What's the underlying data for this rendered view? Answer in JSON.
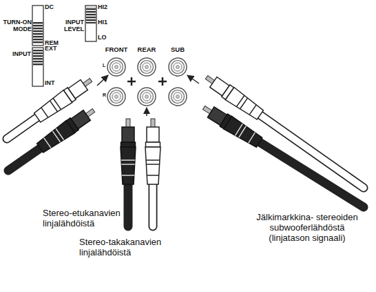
{
  "diagram": {
    "labels": [
      "TURN-ON MODE",
      "DC",
      "REM",
      "INPUT LEVEL",
      "HI2",
      "HI1",
      "LO",
      "INPUT",
      "EXT",
      "INT",
      "FRONT",
      "REAR",
      "SUB",
      "L",
      "R",
      "Stereo-etukanavien linjalähdöistä",
      "Stereo-takakanavien linjalähdöistä",
      "Jälkimarkkina- stereoiden subwooferlähdöstä (linjatason signaali)"
    ]
  }
}
